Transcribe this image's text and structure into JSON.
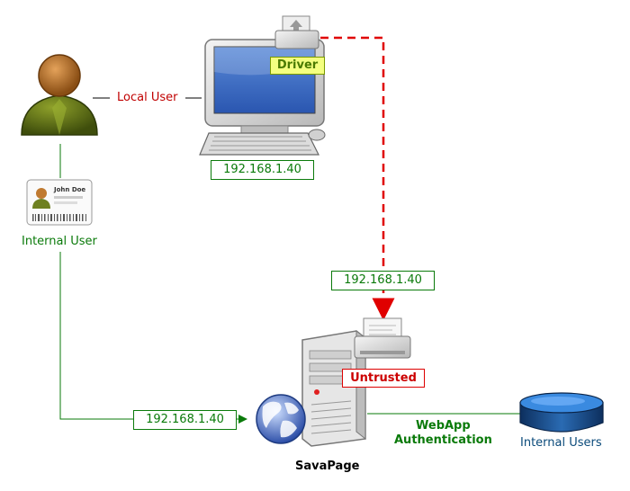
{
  "labels": {
    "local_user": "Local User",
    "internal_user": "Internal User",
    "driver": "Driver",
    "untrusted": "Untrusted",
    "ip_workstation": "192.168.1.40",
    "ip_dashed": "192.168.1.40",
    "ip_internal": "192.168.1.40",
    "webapp_auth_line1": "WebApp",
    "webapp_auth_line2": "Authentication",
    "internal_users": "Internal Users",
    "savapage": "SavaPage",
    "id_card_name": "John Doe"
  },
  "colors": {
    "green": "#0a7a0a",
    "red": "#e00000",
    "driver_bg": "#f4ff80",
    "db_blue": "#1a4f8a"
  },
  "icons": [
    "user-icon",
    "id-card-icon",
    "computer-icon",
    "printer-icon",
    "server-icon",
    "globe-icon",
    "database-icon"
  ]
}
